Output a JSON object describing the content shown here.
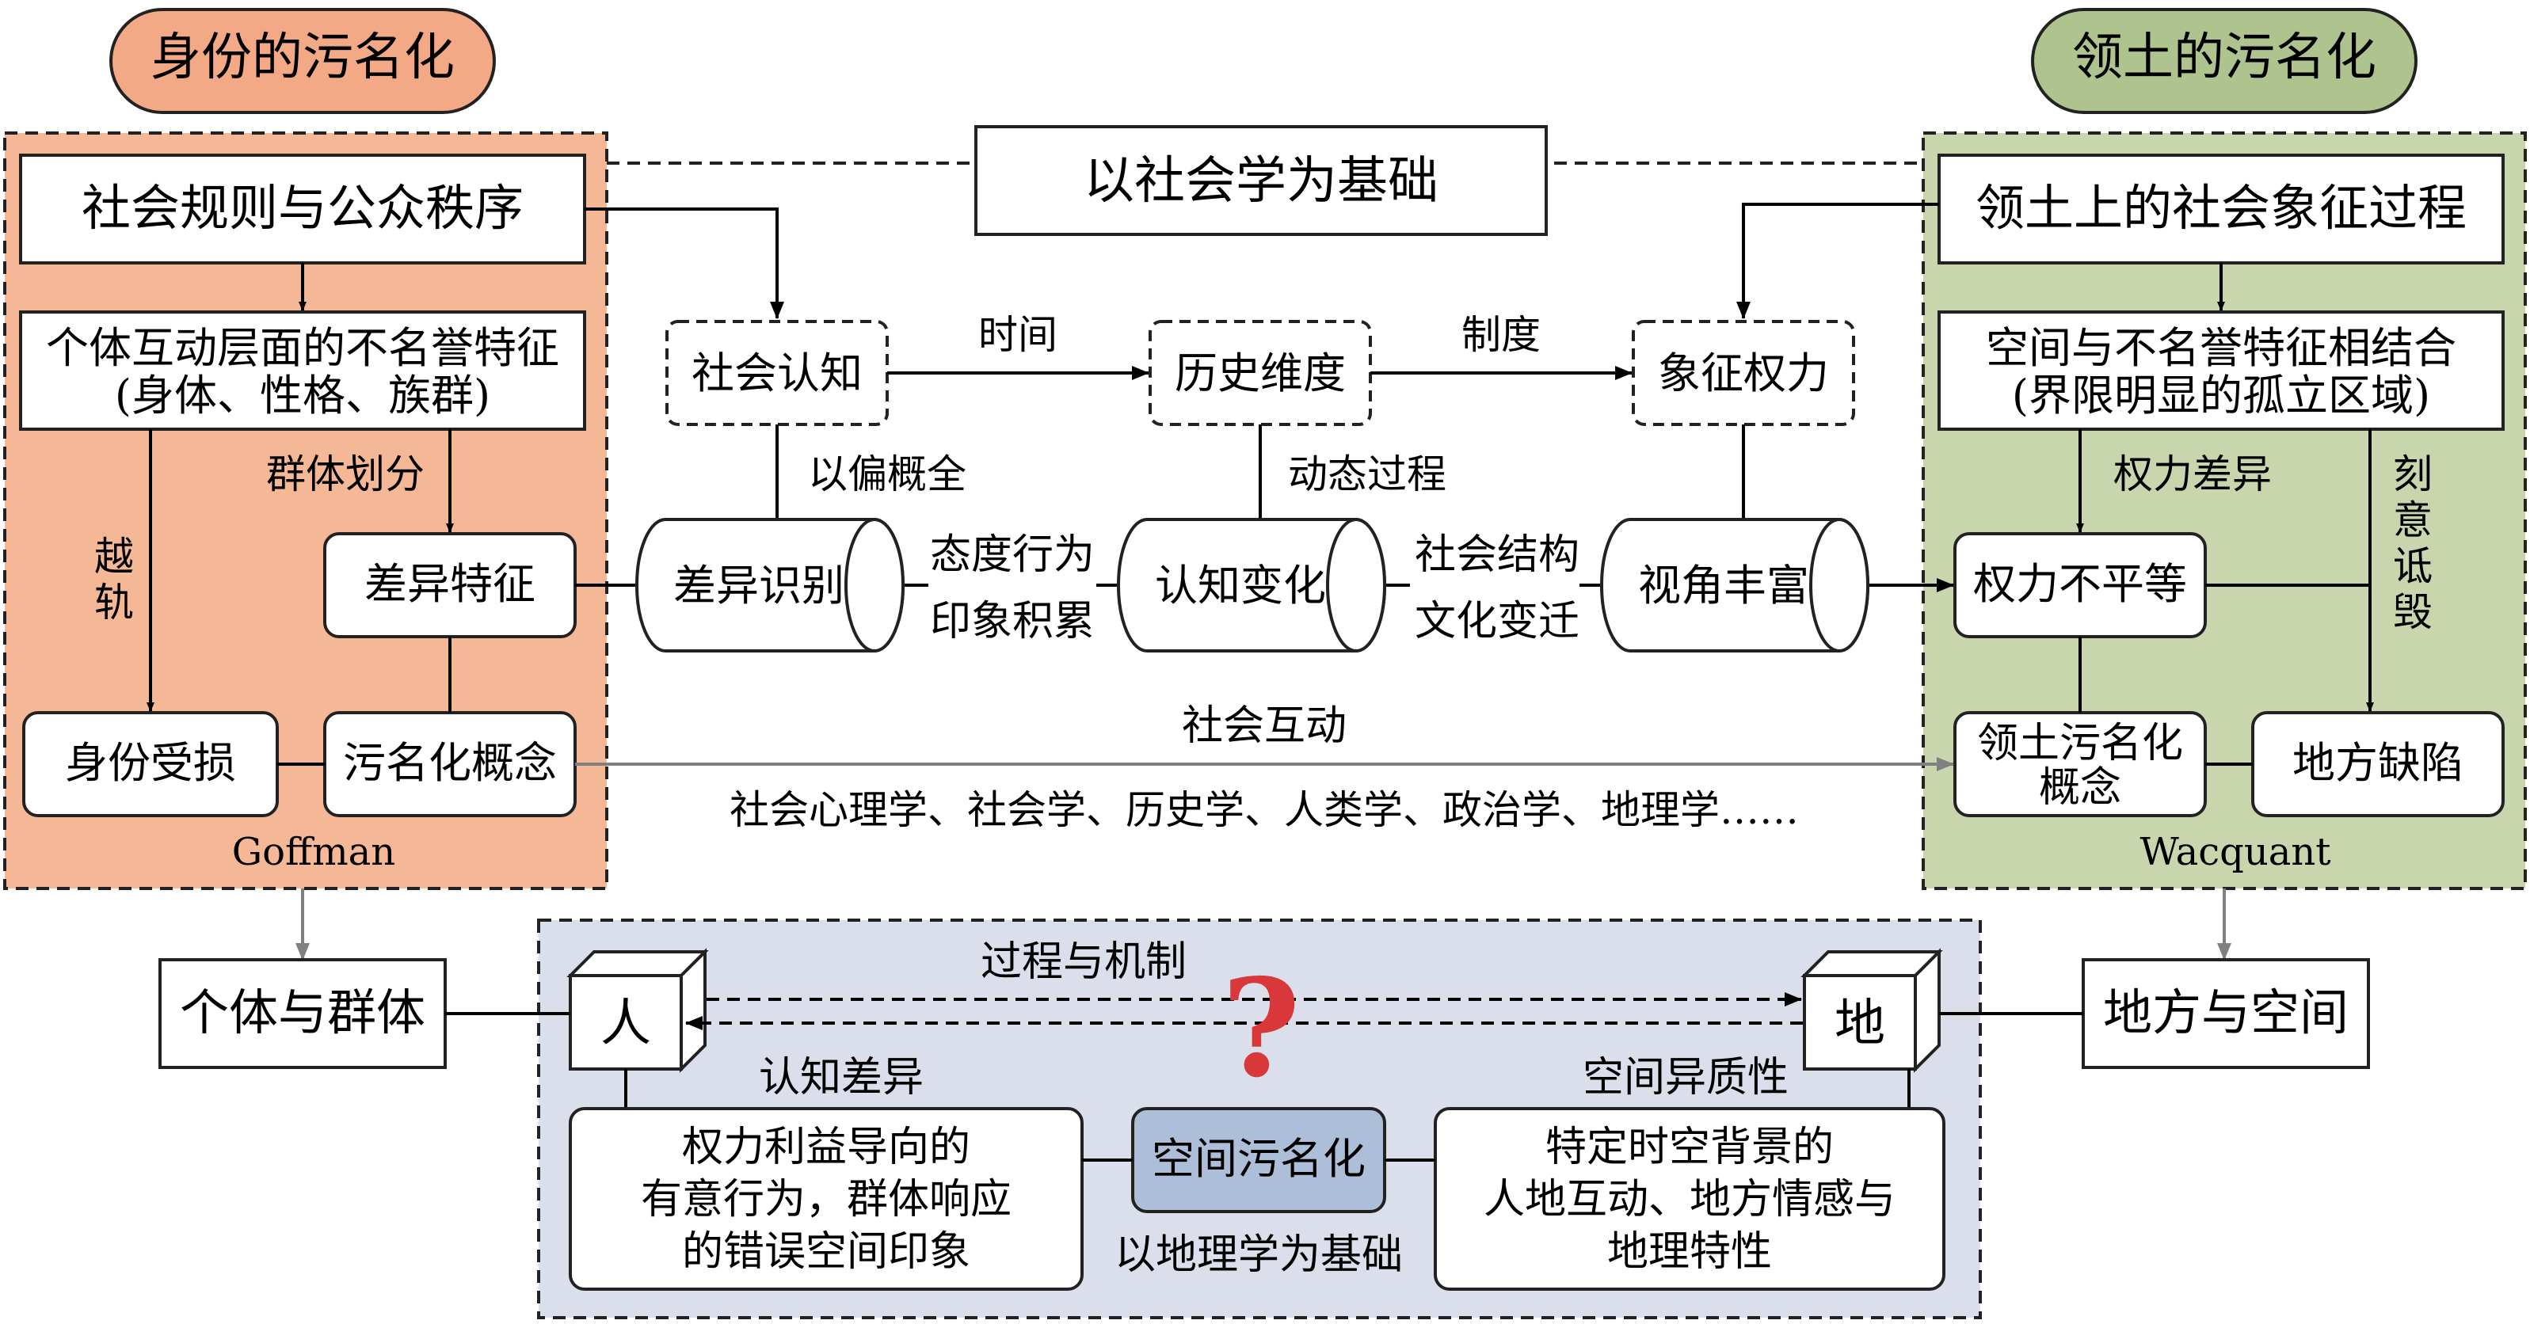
{
  "colors": {
    "identity_panel": "#f5b896",
    "identity_pill": "#f3a985",
    "territory_panel": "#c9d6ad",
    "territory_pill": "#aec38e",
    "bottom_panel": "#dbdfec",
    "center_node": "#adbed8",
    "question_mark": "#d9383a",
    "arrow_gray": "#808080"
  },
  "left": {
    "title": "身份的污名化",
    "rules": "社会规则与公众秩序",
    "traits_line1": "个体互动层面的不名誉特征",
    "traits_line2": "(身体、性格、族群)",
    "group_division": "群体划分",
    "deviance_line1": "越",
    "deviance_line2": "轨",
    "difference": "差异特征",
    "identity_damage": "身份受损",
    "stigma_concept": "污名化概念",
    "author": "Goffman"
  },
  "right": {
    "title": "领土的污名化",
    "process": "领土上的社会象征过程",
    "space_line1": "空间与不名誉特征相结合",
    "space_line2": "(界限明显的孤立区域)",
    "power_diff": "权力差异",
    "defame_1": "刻",
    "defame_2": "意",
    "defame_3": "诋",
    "defame_4": "毁",
    "inequality": "权力不平等",
    "territory_concept_line1": "领土污名化",
    "territory_concept_line2": "概念",
    "place_defect": "地方缺陷",
    "author": "Wacquant"
  },
  "middle": {
    "sociology_base": "以社会学为基础",
    "social_cognition": "社会认知",
    "historical_dimension": "历史维度",
    "symbolic_power": "象征权力",
    "time": "时间",
    "institution": "制度",
    "partial": "以偏概全",
    "dynamic": "动态过程",
    "diff_recognition": "差异识别",
    "cognition_change": "认知变化",
    "perspective": "视角丰富",
    "attitude": "态度行为",
    "impression": "印象积累",
    "social_structure": "社会结构",
    "culture_change": "文化变迁",
    "social_interaction": "社会互动",
    "disciplines": "社会心理学、社会学、历史学、人类学、政治学、地理学……"
  },
  "bottom": {
    "individual_group": "个体与群体",
    "place_space": "地方与空间",
    "process_mechanism": "过程与机制",
    "question": "?",
    "person": "人",
    "land": "地",
    "cognitive_diff": "认知差异",
    "spatial_hetero": "空间异质性",
    "power_line1": "权力利益导向的",
    "power_line2": "有意行为，群体响应",
    "power_line3": "的错误空间印象",
    "spatial_stigma": "空间污名化",
    "geo_base": "以地理学为基础",
    "context_line1": "特定时空背景的",
    "context_line2": "人地互动、地方情感与",
    "context_line3": "地理特性"
  }
}
